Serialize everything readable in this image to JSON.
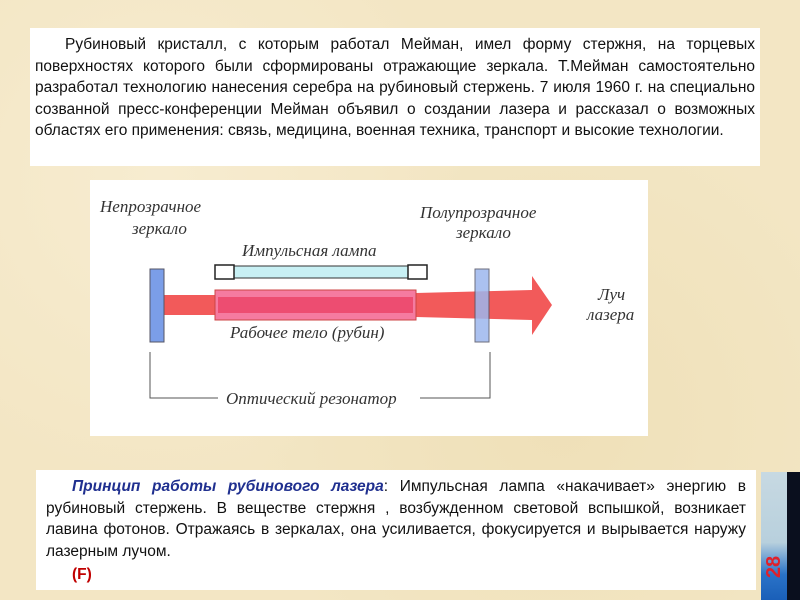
{
  "top_text": "Рубиновый кристалл, с которым работал Мейман, имел форму стержня, на торцевых поверхностях которого были сформированы отражающие зеркала. Т.Мейман самостоятельно разработал технологию нанесения серебра на рубиновый стержень. 7 июля 1960 г. на специально созванной пресс-конференции Мейман объявил о создании лазера и рассказал о возможных областях его применения: связь, медицина, военная техника, транспорт и высокие технологии.",
  "diagram": {
    "opaque_mirror_1": "Непрозрачное",
    "opaque_mirror_2": "зеркало",
    "semi_mirror_1": "Полупрозрачное",
    "semi_mirror_2": "зеркало",
    "lamp": "Импульсная лампа",
    "rod": "Рабочее тело (рубин)",
    "beam_1": "Луч",
    "beam_2": "лазера",
    "resonator": "Оптический резонатор"
  },
  "bottom": {
    "heading": "Принцип работы рубинового лазера",
    "colon": ":",
    "text": " Импульсная лампа «накачивает» энергию в рубиновый стержень. В веществе стержня , возбужденном световой вспышкой, возникает лавина фотонов. Отражаясь в зеркалах, она усиливается, фокусируется и вырывается наружу лазерным лучом.",
    "ref": "(F)"
  },
  "page_number": "28"
}
